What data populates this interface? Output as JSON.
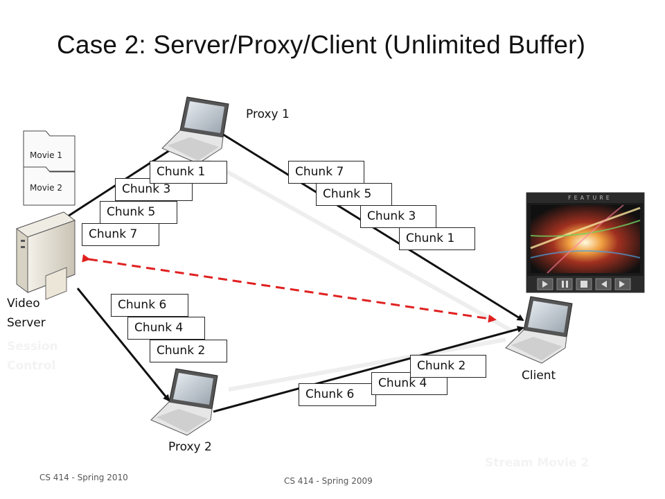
{
  "title": "Case 2: Server/Proxy/Client (Unlimited Buffer)",
  "nodes": {
    "proxy1": "Proxy 1",
    "proxy2": "Proxy 2",
    "client": "Client",
    "server_line1": "Video",
    "server_line2": "Server"
  },
  "movies": [
    "Movie 1",
    "Movie 2"
  ],
  "server_to_proxy1_chunks": [
    "Chunk 1",
    "Chunk 3",
    "Chunk 5",
    "Chunk 7"
  ],
  "proxy1_to_client_chunks": [
    "Chunk 7",
    "Chunk 5",
    "Chunk 3",
    "Chunk 1"
  ],
  "server_to_proxy2_chunks": [
    "Chunk 6",
    "Chunk 4",
    "Chunk 2"
  ],
  "proxy2_to_client_chunks": [
    "Chunk 2",
    "Chunk 4",
    "Chunk 6"
  ],
  "faint_labels": {
    "session_line1": "Session",
    "session_line2": "Control",
    "stream": "Stream Movie 2"
  },
  "player": {
    "banner": "FEATURE"
  },
  "footer": {
    "left": "CS 414 - Spring 2010",
    "center": "CS 414 - Spring 2009"
  },
  "colors": {
    "session_arrow": "#e02020",
    "player_bg": "#1a1a1a"
  }
}
